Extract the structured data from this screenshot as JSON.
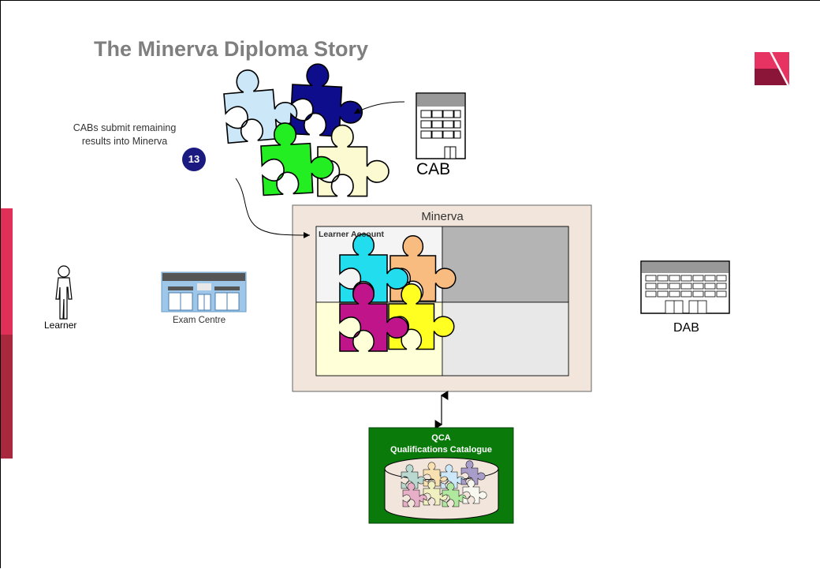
{
  "slide": {
    "title": "The Minerva Diploma Story",
    "caption": "CABs submit remaining results into Minerva",
    "step_number": "13"
  },
  "actors": {
    "cab": "CAB",
    "dab": "DAB",
    "learner": "Learner",
    "exam_centre": "Exam Centre"
  },
  "minerva": {
    "label": "Minerva",
    "account_label": "Learner Account"
  },
  "qca": {
    "line1": "QCA",
    "line2": "Qualifications Catalogue"
  },
  "colors": {
    "title": "#7f7f7f",
    "step_badge": "#1a1a80",
    "minerva_bg": "#f2e6dc",
    "qca_bg": "#0a7a0a",
    "accent_bar": "#e0305a",
    "piece_navy": "#0e0e8c",
    "piece_lightblue": "#cce8f8",
    "piece_green": "#22ee22",
    "piece_cream": "#fcfad0",
    "piece_cyan": "#22ddee",
    "piece_peach": "#f8bb80",
    "piece_magenta": "#c0148a",
    "piece_yellow": "#ffff22"
  }
}
